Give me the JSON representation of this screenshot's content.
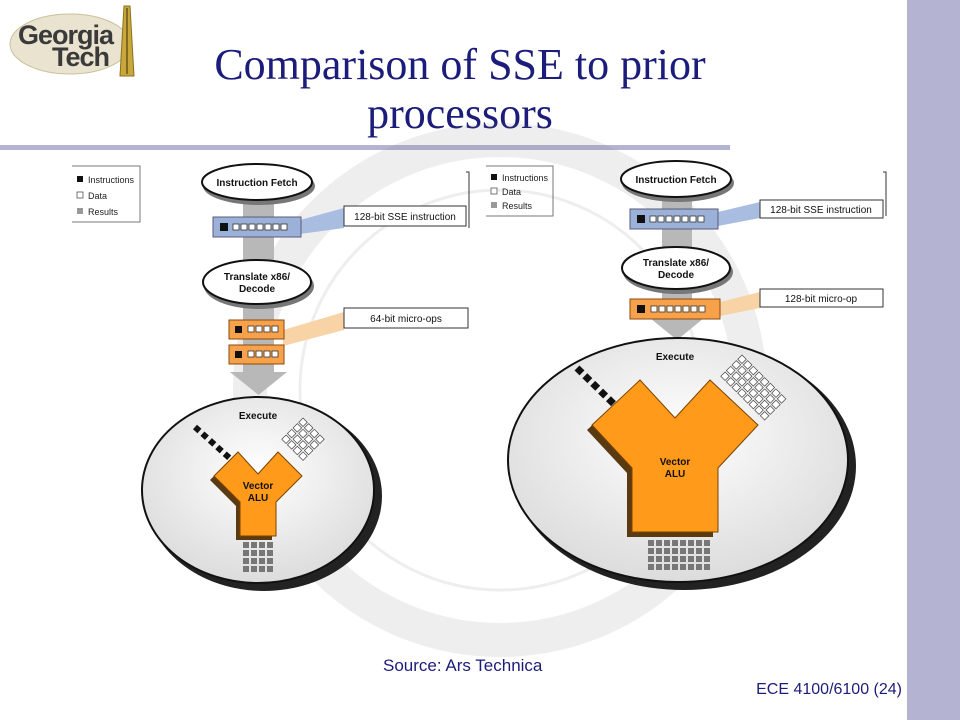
{
  "slide": {
    "title": "Comparison of SSE to prior processors",
    "source": "Source: Ars Technica",
    "footer": "ECE 4100/6100 (24)"
  },
  "logo": {
    "word1": "Georgia",
    "word2": "Tech"
  },
  "legend": {
    "instructions": "Instructions",
    "data": "Data",
    "results": "Results"
  },
  "left_diagram": {
    "fetch": "Instruction Fetch",
    "sse_instruction": "128-bit SSE instruction",
    "decode_line1": "Translate x86/",
    "decode_line2": "Decode",
    "micro_ops": "64-bit micro-ops",
    "execute": "Execute",
    "alu_line1": "Vector",
    "alu_line2": "ALU"
  },
  "right_diagram": {
    "fetch": "Instruction Fetch",
    "sse_instruction": "128-bit SSE instruction",
    "decode_line1": "Translate x86/",
    "decode_line2": "Decode",
    "micro_op": "128-bit micro-op",
    "execute": "Execute",
    "alu_line1": "Vector",
    "alu_line2": "ALU"
  },
  "colors": {
    "title": "#1c1c7a",
    "sidebar": "#b4b4d2",
    "alu_orange": "#ff9a1a",
    "callout_blue": "#a9bde0",
    "callout_orange": "#f7d3a6",
    "arrow_grey": "#b8b8b8"
  }
}
